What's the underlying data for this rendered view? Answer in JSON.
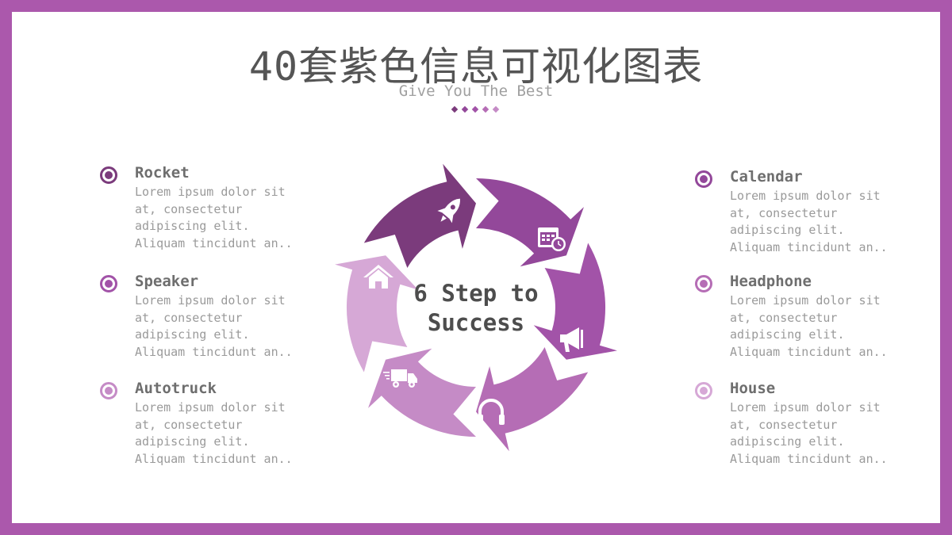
{
  "title": "40套紫色信息可视化图表",
  "subtitle": "Give You The Best",
  "center_text": "6 Step to\nSuccess",
  "colors": {
    "border": "#ab58ac",
    "segments": [
      "#7b3b7c",
      "#93489a",
      "#a253a8",
      "#b56db5",
      "#c58bc6",
      "#d6a8d6"
    ],
    "diamonds": [
      "#7b3b7c",
      "#93489a",
      "#a253a8",
      "#b56db5",
      "#c58bc6"
    ]
  },
  "steps_left": [
    {
      "heading": "Rocket",
      "body": "Lorem ipsum dolor sit\nat, consectetur\nadipiscing elit.\nAliquam tincidunt an..",
      "ring_color": "#7b3b7c"
    },
    {
      "heading": "Speaker",
      "body": "Lorem ipsum dolor sit\nat, consectetur\nadipiscing elit.\nAliquam tincidunt an..",
      "ring_color": "#a253a8"
    },
    {
      "heading": "Autotruck",
      "body": "Lorem ipsum dolor sit\nat, consectetur\nadipiscing elit.\nAliquam tincidunt an..",
      "ring_color": "#c58bc6"
    }
  ],
  "steps_right": [
    {
      "heading": "Calendar",
      "body": "Lorem ipsum dolor sit\nat, consectetur\nadipiscing elit.\nAliquam tincidunt an..",
      "ring_color": "#93489a"
    },
    {
      "heading": "Headphone",
      "body": "Lorem ipsum dolor sit\nat, consectetur\nadipiscing elit.\nAliquam tincidunt an..",
      "ring_color": "#b56db5"
    },
    {
      "heading": "House",
      "body": "Lorem ipsum dolor sit\nat, consectetur\nadipiscing elit.\nAliquam tincidunt an..",
      "ring_color": "#d6a8d6"
    }
  ],
  "cycle_icons": [
    "rocket-icon",
    "calendar-icon",
    "speaker-icon",
    "headphone-icon",
    "autotruck-icon",
    "house-icon"
  ]
}
